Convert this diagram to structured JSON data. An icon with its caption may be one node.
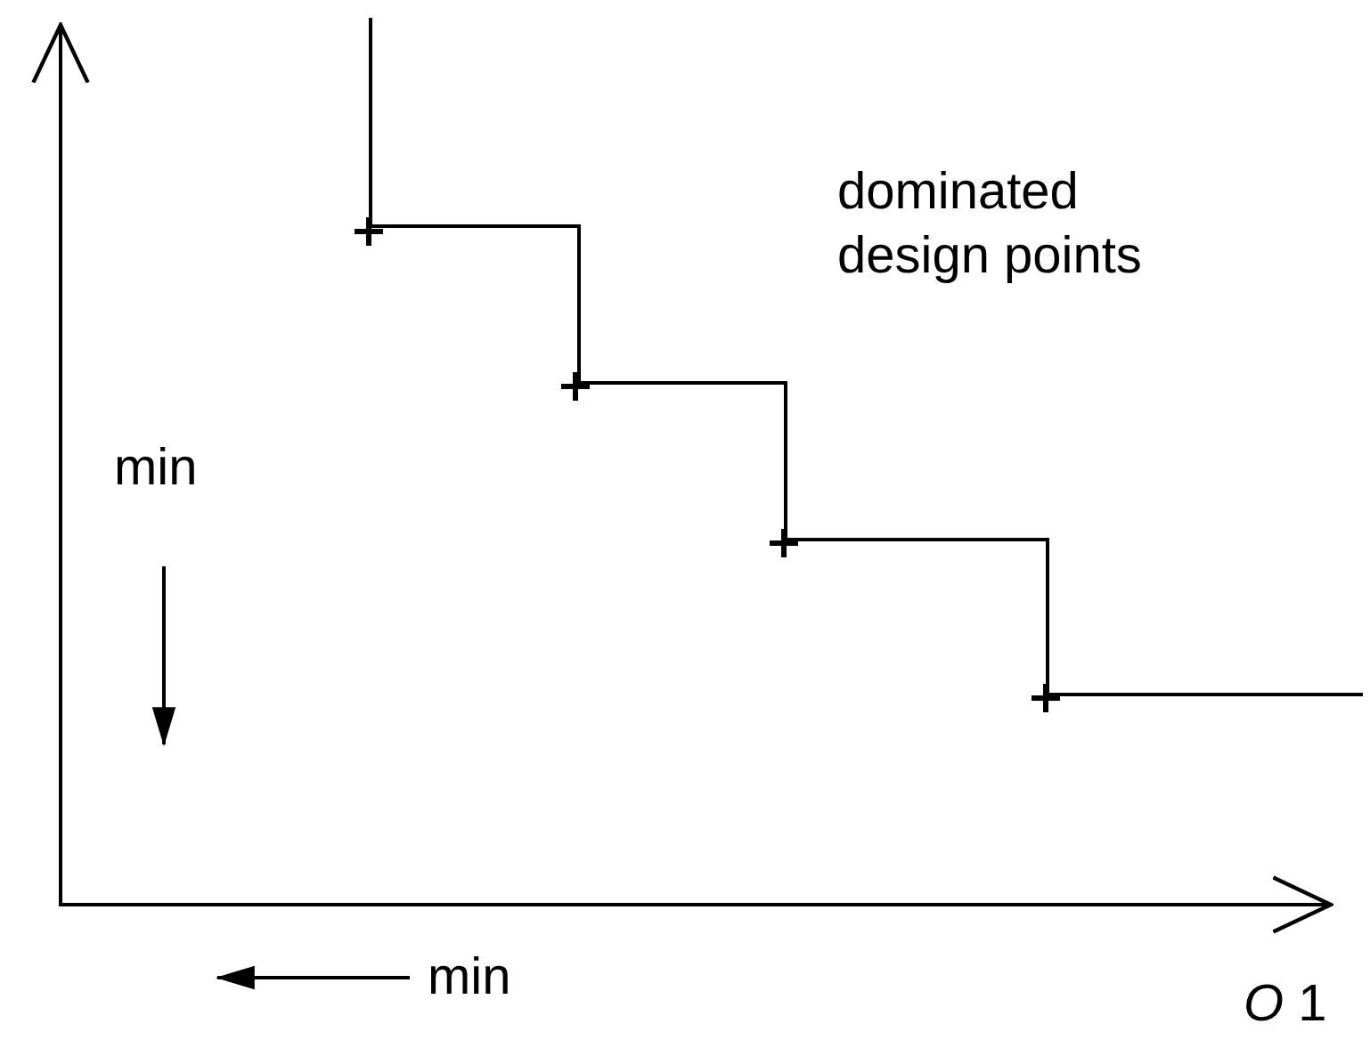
{
  "diagram": {
    "labels": [
      "dominated design points",
      "min",
      "min",
      "*O* 1"
    ]
  }
}
